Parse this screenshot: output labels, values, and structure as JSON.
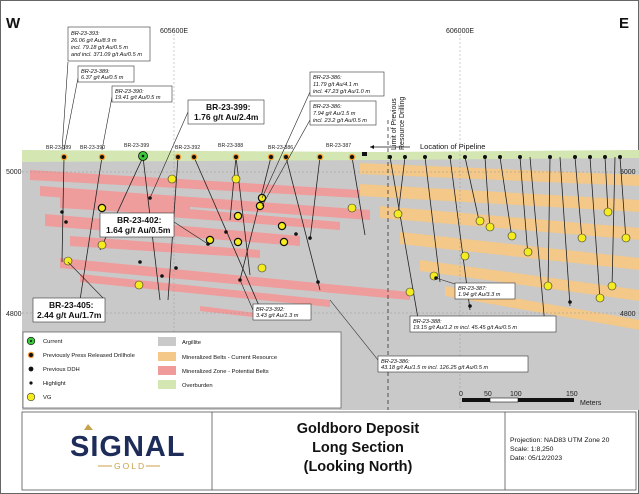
{
  "map": {
    "compass_west": "W",
    "compass_east": "E",
    "easting_labels": [
      "605600E",
      "606000E"
    ],
    "elevation_labels": [
      "5000",
      "4800"
    ],
    "scale_ticks": [
      "0",
      "50",
      "100",
      "150"
    ],
    "scale_unit": "Meters",
    "pipeline_label": "Location of Pipeline",
    "drilling_limit_label": [
      "Limit of Previous",
      "Resource Drilling"
    ],
    "hole_labels": [
      "BR-23-389",
      "BR-23-390",
      "BR-23-399",
      "BR-23-392",
      "BR-23-388",
      "BR-23-386",
      "BR-23-387"
    ],
    "annotations": {
      "a393": [
        "BR-23-393:",
        "26.06 g/t Au/8.9 m",
        "incl. 79.18 g/t Au/0.5 m",
        "and incl. 371.09 g/t Au/0.5 m"
      ],
      "a389": [
        "BR-23-389:",
        "6.37 g/t Au/0.5 m"
      ],
      "a390": [
        "BR-23-390:",
        "19.41 g/t Au/0.5 m"
      ],
      "a399": [
        "BR-23-399:",
        "1.76 g/t Au/2.4m"
      ],
      "a386top": [
        "BR-23-386:",
        "11.79 g/t Au/4.1 m",
        "incl. 47.23 g/t Au/1.0 m"
      ],
      "a386b": [
        "BR-23-386:",
        "7.94 g/t Au/1.5 m",
        "incl. 23.2 g/t Au/0.5 m"
      ],
      "a402": [
        "BR-23-402:",
        "1.64 g/t Au/0.5m"
      ],
      "a405": [
        "BR-23-405:",
        "2.44 g/t Au/1.7m"
      ],
      "a392": [
        "BR-23-392:",
        "3.43 g/t Au/1.3 m"
      ],
      "a387": [
        "BR-23-387:",
        "1.94 g/t Au/3.3 m"
      ],
      "a388": [
        "BR-23-388:",
        "19.15 g/t Au/1.2 m  incl. 45.45 g/t Au/0.5 m"
      ],
      "a386c": [
        "BR-23-386:",
        "43.18 g/t Au/1.5 m  incl. 126.25 g/t Au/0.5 m"
      ]
    }
  },
  "legend": {
    "left": [
      "Current",
      "Previously Press Released Drillhole",
      "Previous DDH",
      "Highlight",
      "VG"
    ],
    "right": [
      "Argillite",
      "Mineralized Belts - Current Resource",
      "Mineralized Zone - Potential Belts",
      "Overburden"
    ],
    "colors": {
      "argillite": "#c9c9c9",
      "current_resource": "#f3c888",
      "potential_belts": "#f09a9a",
      "overburden": "#d4e6b2",
      "current_hole": "#3cc83c",
      "vg": "#f4ec1e",
      "press_ring": "#f29a2e"
    }
  },
  "footer": {
    "logo_main": "SIGNAL",
    "logo_sub": "GOLD",
    "title_lines": [
      "Goldboro Deposit",
      "Long Section",
      "(Looking North)"
    ],
    "projection": "Projection: NAD83 UTM Zone 20",
    "scale": "Scale: 1:8,250",
    "date": "Date: 05/12/2023"
  }
}
